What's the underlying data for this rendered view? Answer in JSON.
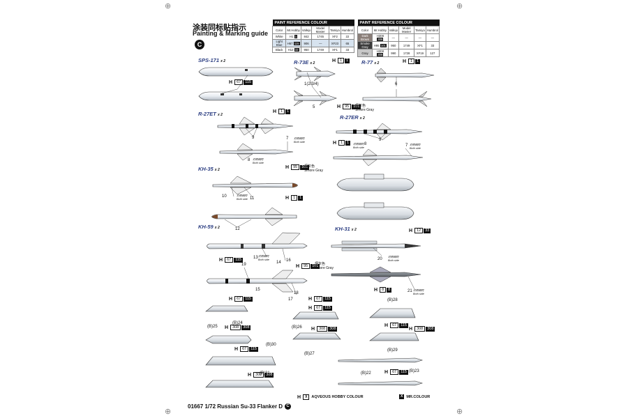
{
  "header": {
    "title_cn": "涂装同标贴指示",
    "title_en": "Painting & Marking guide",
    "sheet_letter": "C"
  },
  "palette": {
    "left": {
      "title": "PAINT REFERENCE COLOUR",
      "columns": [
        "Color",
        "Mr.Hobby",
        "Vallejo",
        "Model Master",
        "Tamiya",
        "Humbrol"
      ],
      "rows": [
        {
          "color": "White",
          "hobby": "H1",
          "mr": "1",
          "vallejo": "842",
          "mm": "1745",
          "tamiya": "XF2",
          "humbrol": "22"
        },
        {
          "color": "Light Blue",
          "hobby": "H67",
          "mr": "115",
          "vallejo": "906",
          "mm": "—",
          "tamiya": "XF23",
          "humbrol": "65"
        },
        {
          "color": "Black",
          "hobby": "H12",
          "mr": "33",
          "vallejo": "950",
          "mm": "1749",
          "tamiya": "XF1",
          "humbrol": "33"
        }
      ]
    },
    "right": {
      "title": "PAINT REFERENCE COLOUR",
      "columns": [
        "Color",
        "Mr.Hobby",
        "Vallejo",
        "Model Master",
        "Tamiya",
        "Humbrol"
      ],
      "rows": [
        {
          "color": "Dark Brown",
          "hobby": "H308",
          "mr": "308",
          "vallejo": "—",
          "mm": "—",
          "tamiya": "—",
          "humbrol": "—"
        },
        {
          "color": "Smoke Gray",
          "hobby": "H95",
          "mr": "101",
          "vallejo": "950",
          "mm": "1749",
          "tamiya": "XF1",
          "humbrol": "33"
        },
        {
          "color": "Gray",
          "hobby": "H308",
          "mr": "308",
          "vallejo": "990",
          "mm": "1728",
          "tamiya": "XF19",
          "humbrol": "127"
        }
      ]
    }
  },
  "labels": {
    "sps171": {
      "name": "SPS-171",
      "mult": "x 2"
    },
    "r73e": {
      "name": "R-73E",
      "mult": "x 2"
    },
    "r77": {
      "name": "R-77",
      "mult": "x 2"
    },
    "r27et": {
      "name": "R-27ET",
      "mult": "x 2"
    },
    "r27er": {
      "name": "R-27ER",
      "mult": "x 2"
    },
    "kh35": {
      "name": "KH-35",
      "mult": "x 2"
    },
    "kh31": {
      "name": "KH-31",
      "mult": "x 2"
    },
    "kh59": {
      "name": "KH-59",
      "mult": "x 2"
    }
  },
  "codes": {
    "sps_h": "H",
    "sps_a": "67",
    "sps_b": "115",
    "r73_h": "H",
    "r73_a": "1",
    "r73_b": "1",
    "r77_h": "H",
    "r77_a": "1",
    "r77_b": "1",
    "r73gray_h": "H",
    "r73gray_a": "95",
    "r73gray_b": "101",
    "r27et_h": "H",
    "r27et_a": "1",
    "r27et_b": "1",
    "r27er_h": "H",
    "r27er_a": "1",
    "r27er_b": "1",
    "kh35a_h": "H",
    "kh35a_a": "95",
    "kh35a_b": "101",
    "kh35b_h": "H",
    "kh35b_a": "1",
    "kh35b_b": "1",
    "kh31_h": "H",
    "kh31_a": "12",
    "kh31_b": "33",
    "kh59_h": "H",
    "kh59_a": "67",
    "kh59_b": "115",
    "kh59g_h": "H",
    "kh59g_a": "95",
    "kh59g_b": "101",
    "kh31b_h": "H",
    "kh31b_a": "8",
    "kh31b_b": "8",
    "p1_h": "H",
    "p1_a": "67",
    "p1_b": "115",
    "p2_h": "H",
    "p2_a": "67",
    "p2_b": "115",
    "p3_h": "H",
    "p3_a": "67",
    "p3_b": "115",
    "p4_h": "H",
    "p4_a": "308",
    "p4_b": "308",
    "p5_h": "H",
    "p5_a": "308",
    "p5_b": "308",
    "p6_h": "H",
    "p6_a": "308",
    "p6_b": "308",
    "p7_h": "H",
    "p7_a": "308",
    "p7_b": "308",
    "p8_h": "H",
    "p8_a": "67",
    "p8_b": "115",
    "p9_h": "H",
    "p9_a": "67",
    "p9_b": "115",
    "p10_h": "H",
    "p10_a": "67",
    "p10_b": "115"
  },
  "numbers": {
    "n1234": "1(2/3/4)",
    "n5": "5",
    "n6": "6",
    "n7a": "7",
    "n7b": "7",
    "n8a": "8",
    "n8b": "8",
    "n9a": "9",
    "n9b": "9",
    "n10": "10",
    "n11": "11",
    "n12": "12",
    "n13": "13",
    "n14": "14",
    "n15": "15",
    "n16": "16",
    "n17": "17",
    "n18": "18",
    "n19": "19",
    "n20": "20",
    "n21": "21",
    "b24": "(B)24",
    "b25": "(B)25",
    "b26": "(B)26",
    "b27": "(B)27",
    "b28": "(B)28",
    "b29": "(B)29",
    "b30": "(B)30",
    "b31": "(B)31",
    "b22": "(B)22",
    "b23": "(B)23"
  },
  "notes": {
    "both_cn": "对侧相同",
    "both_en": "Both side",
    "gray_cn": "烟灰色",
    "gray_en": "Smore Gray"
  },
  "legend": {
    "h": "H",
    "h_box": "X",
    "h_text": "AQVEOUS HOBBY COLOUR",
    "x_box": "X",
    "x_text": "MR.COLOUR"
  },
  "footer": {
    "text": "01667 1/72 Russian Su-33 Flanker D",
    "letter": "C"
  },
  "colors": {
    "label_blue": "#2c3e82",
    "missile_light": "#eef1f5",
    "missile_gray": "#b9bfc6",
    "nose_brown": "#7a4a2a",
    "dark": "#111111"
  }
}
